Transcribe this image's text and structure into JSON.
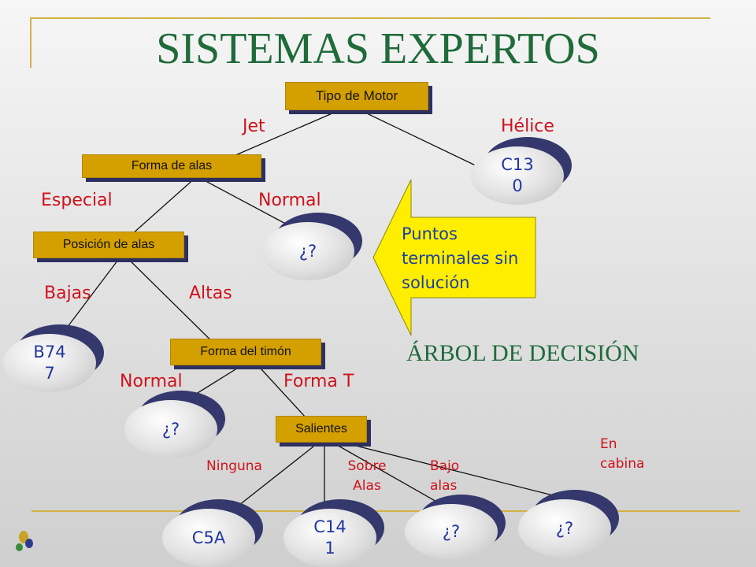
{
  "title": "SISTEMAS EXPERTOS",
  "subtitle": "ÁRBOL DE DECISIÓN",
  "nodes": {
    "motor": "Tipo de Motor",
    "alas": "Forma de alas",
    "posicion": "Posición de alas",
    "timon": "Forma del timón",
    "salientes": "Salientes"
  },
  "edge_labels": {
    "jet": "Jet",
    "helice": "Hélice",
    "especial": "Especial",
    "normal_alas": "Normal",
    "bajas": "Bajas",
    "altas": "Altas",
    "normal_timon": "Normal",
    "forma_t": "Forma T",
    "ninguna": "Ninguna",
    "sobre_alas": "Sobre Alas",
    "bajo_alas": "Bajo alas",
    "en_cabina": "En cabina"
  },
  "leaves": {
    "c130": "C13 0",
    "unknown_alas": "¿?",
    "b747": "B74 7",
    "unknown_timon": "¿?",
    "c5a": "C5A",
    "c141": "C14 1",
    "unknown_bajo": "¿?",
    "unknown_cabina": "¿?"
  },
  "callout": "Puntos terminales sin solución",
  "colors": {
    "title": "#1f6b3a",
    "node_fill": "#d4a000",
    "node_shadow": "#2e3060",
    "edge_label": "#d0121b",
    "leaf_text": "#2236a0",
    "callout_fill": "#ffee00"
  }
}
